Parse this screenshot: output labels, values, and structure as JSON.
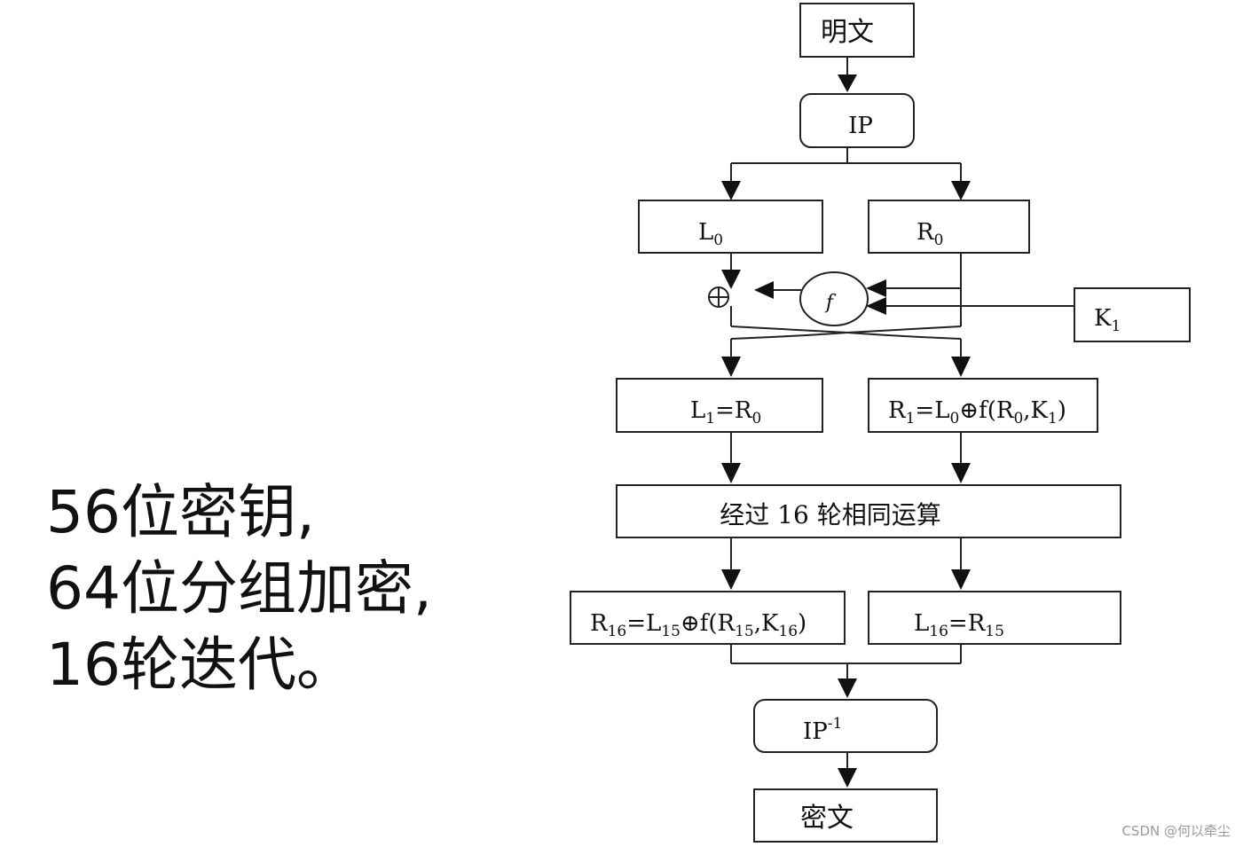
{
  "left_text": {
    "line1": "56位密钥,",
    "line2": "64位分组加密,",
    "line3": "16轮迭代。"
  },
  "diagram": {
    "plaintext": "明文",
    "ip": "IP",
    "l0": {
      "base": "L",
      "sub": "0"
    },
    "r0": {
      "base": "R",
      "sub": "0"
    },
    "f": "f",
    "xor": "⊕",
    "k1": {
      "base": "K",
      "sub": "1"
    },
    "l1": {
      "t1": "L",
      "s1": "1",
      "t2": "=R",
      "s2": "0"
    },
    "r1": {
      "t1": "R",
      "s1": "1",
      "t2": "=L",
      "s2": "0",
      "t3": "⊕f(R",
      "s3": "0",
      "t4": ",K",
      "s4": "1",
      "t5": ")"
    },
    "rounds": "经过 16 轮相同运算",
    "r16": {
      "t1": "R",
      "s1": "16",
      "t2": "=L",
      "s2": "15",
      "t3": "⊕f(R",
      "s3": "15",
      "t4": ",K",
      "s4": "16",
      "t5": ")"
    },
    "l16": {
      "t1": "L",
      "s1": "16",
      "t2": "=R",
      "s2": "15"
    },
    "ip_inv": {
      "base": "IP",
      "sup": "-1"
    },
    "ciphertext": "密文"
  },
  "watermark": "CSDN @何以牵尘"
}
